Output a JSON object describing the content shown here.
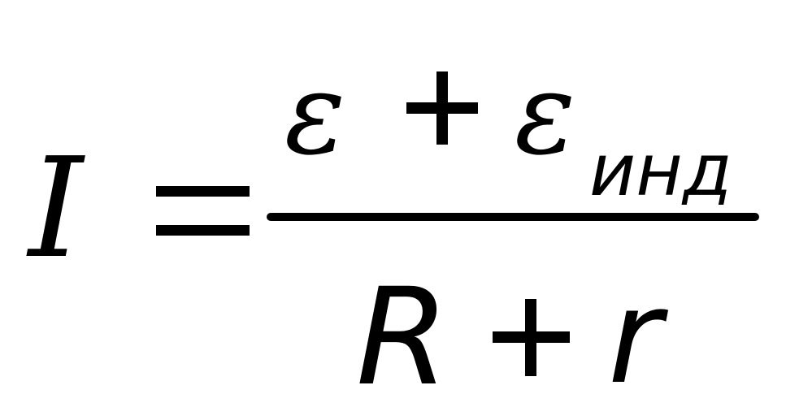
{
  "formula": {
    "lhs": "I",
    "equals": "=",
    "numerator": {
      "emf": "ε",
      "plus": "+",
      "emf_induced": "ε",
      "subscript": "инд"
    },
    "denominator": {
      "resistance": "R",
      "plus": "+",
      "internal_resistance": "r"
    }
  }
}
